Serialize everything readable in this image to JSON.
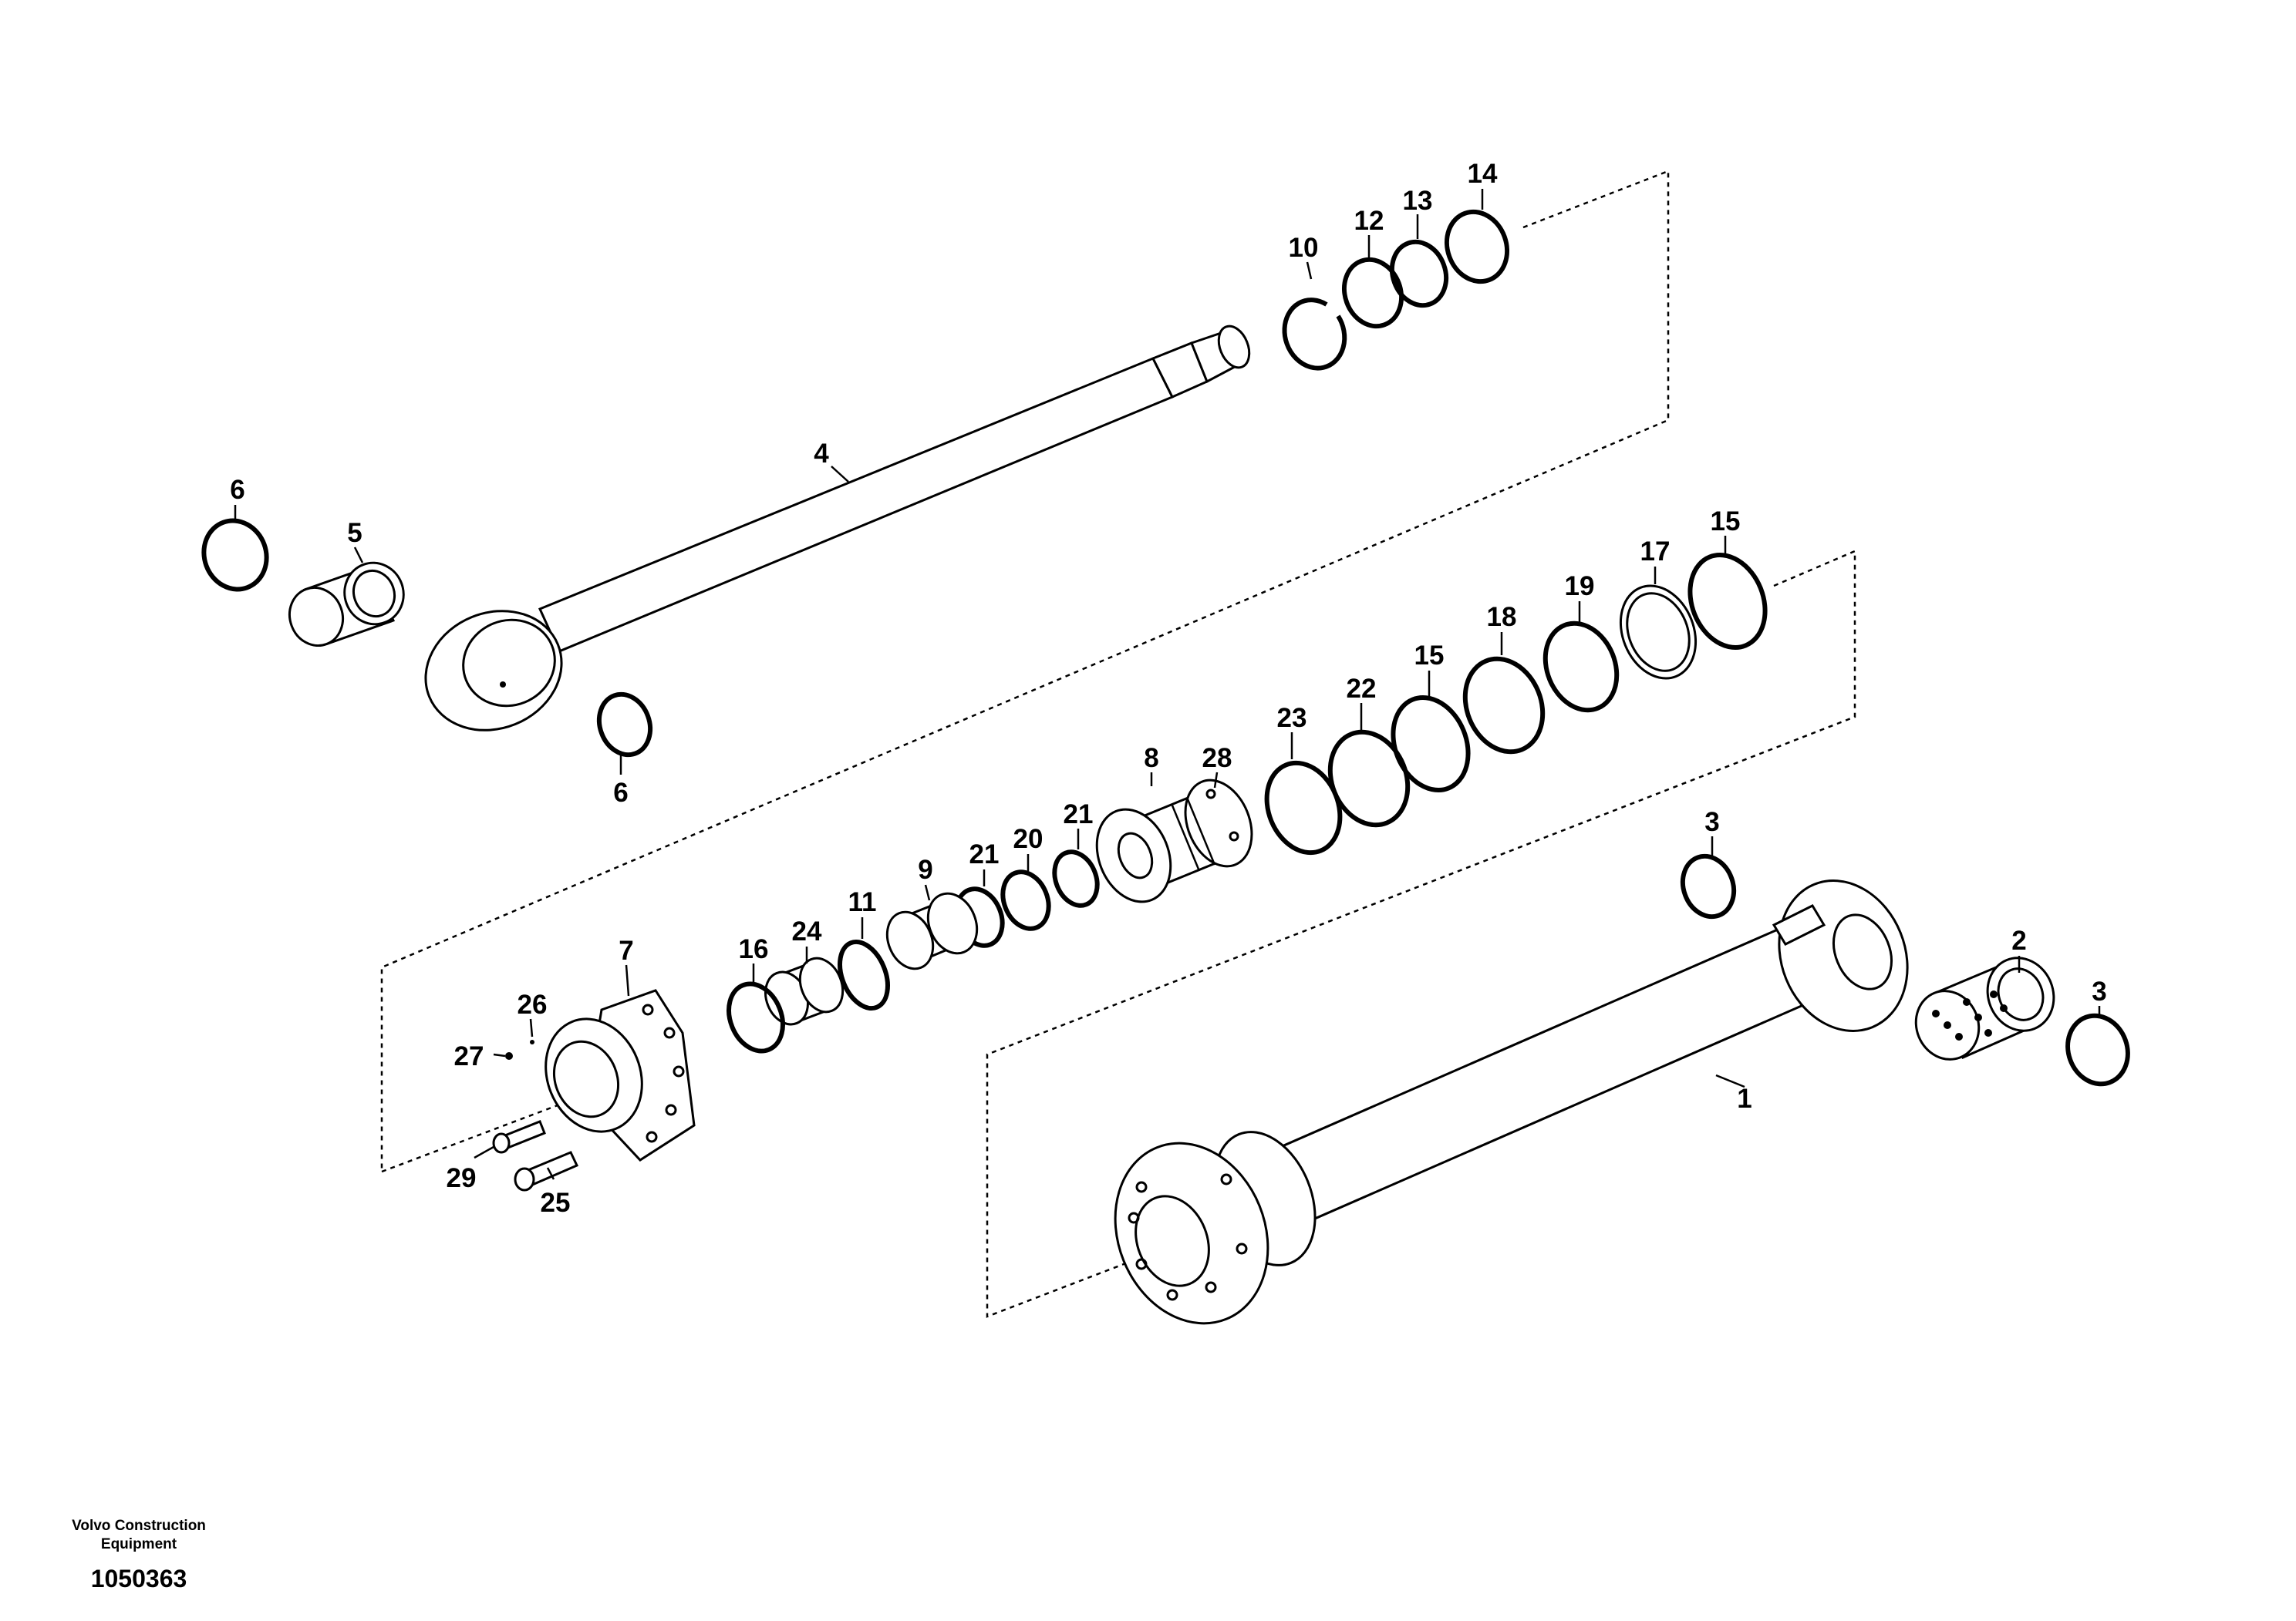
{
  "diagram": {
    "callouts": [
      "1",
      "2",
      "3",
      "3",
      "4",
      "5",
      "6",
      "6",
      "7",
      "8",
      "9",
      "10",
      "11",
      "12",
      "13",
      "14",
      "15",
      "15",
      "16",
      "17",
      "18",
      "19",
      "20",
      "21",
      "21",
      "22",
      "23",
      "24",
      "25",
      "26",
      "27",
      "28",
      "29"
    ]
  },
  "footer": {
    "brand_line1": "Volvo Construction",
    "brand_line2": "Equipment",
    "doc_number": "1050363"
  }
}
